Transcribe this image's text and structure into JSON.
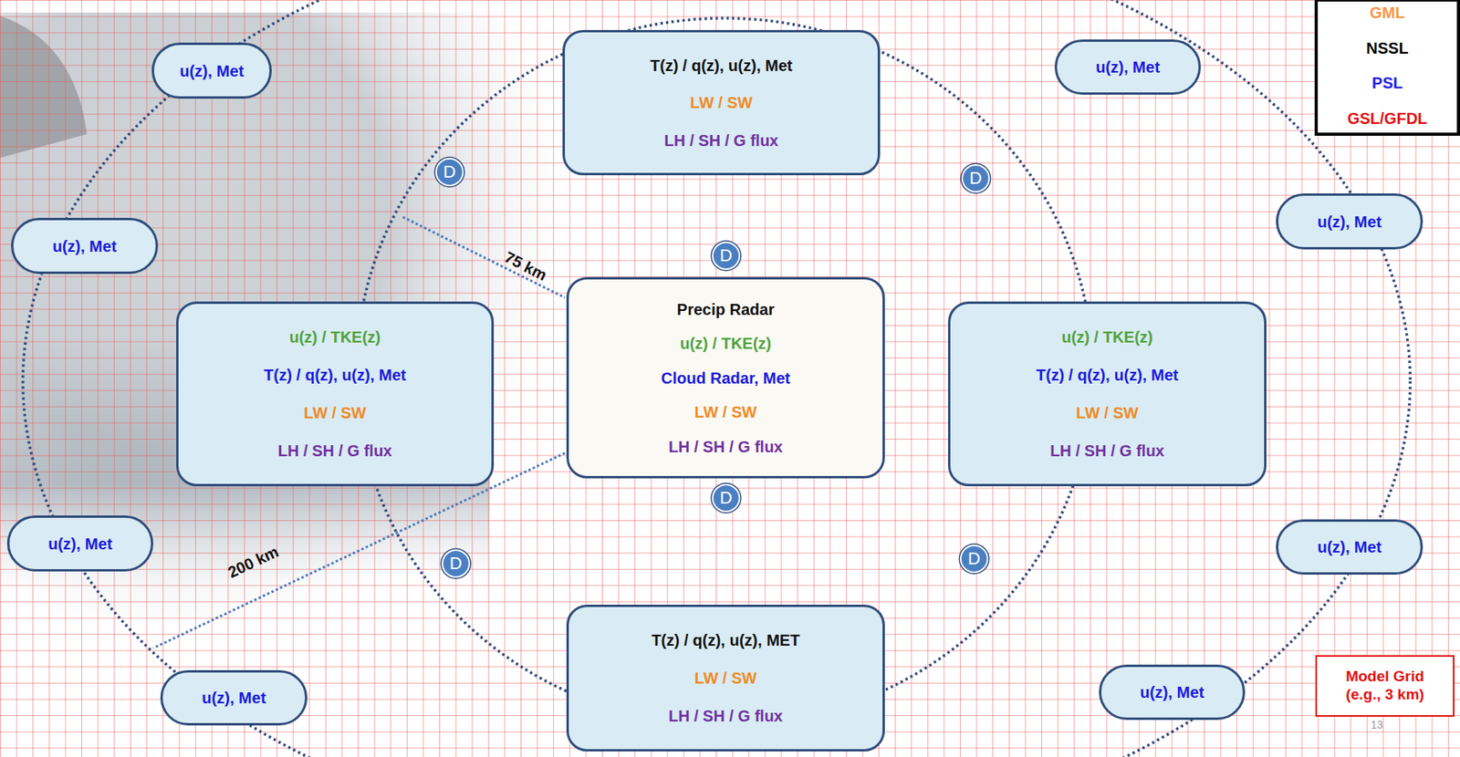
{
  "diagram": {
    "nodes": [
      {
        "text": [
          "u(z), Met"
        ]
      },
      {
        "text": [
          "T(z) / q(z), u(z), Met",
          "LW / SW",
          "LH / SH / G flux"
        ]
      },
      {
        "text": [
          "u(z), Met"
        ]
      },
      {
        "text": [
          "D"
        ]
      },
      {
        "text": [
          "D"
        ]
      },
      {
        "text": [
          "u(z), Met"
        ]
      },
      {
        "text": [
          "u(z), Met"
        ]
      },
      {
        "text": [
          "D"
        ]
      },
      {
        "text": [
          "Precip Radar",
          "u(z) / TKE(z)",
          "Cloud Radar, Met",
          "LW / SW",
          "LH / SH / G flux"
        ]
      },
      {
        "text": [
          "u(z) / TKE(z)",
          "T(z) / q(z), u(z), Met",
          "LW / SW",
          "LH / SH / G flux"
        ]
      },
      {
        "text": [
          "u(z) / TKE(z)",
          "T(z) / q(z), u(z), Met",
          "LW / SW",
          "LH / SH / G flux"
        ]
      },
      {
        "text": [
          "D"
        ]
      },
      {
        "text": [
          "u(z), Met"
        ]
      },
      {
        "text": [
          "u(z), Met"
        ]
      },
      {
        "text": [
          "D"
        ]
      },
      {
        "text": [
          "D"
        ]
      },
      {
        "text": [
          "u(z), Met"
        ]
      },
      {
        "text": [
          "T(z) / q(z), u(z), MET",
          "LW / SW",
          "LH / SH / G flux"
        ]
      },
      {
        "text": [
          "u(z), Met"
        ]
      },
      {
        "text": [
          "Model Grid (e.g., 3 km)"
        ]
      }
    ],
    "labels": [
      "75 km",
      "200 km",
      "13"
    ],
    "legend": [
      {
        "text": "GML",
        "color": "#f79646"
      },
      {
        "text": "NSSL",
        "color": "#000000"
      },
      {
        "text": "PSL",
        "color": "#2020e0"
      },
      {
        "text": "GSL/GFDL",
        "color": "#e01010"
      }
    ]
  }
}
